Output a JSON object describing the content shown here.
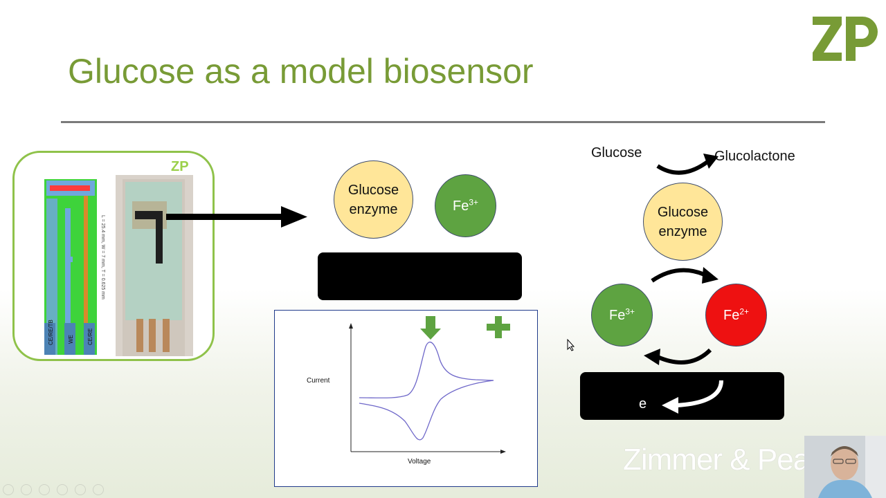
{
  "slide": {
    "title": "Glucose as a model biosensor"
  },
  "left": {
    "logo_text": "ZP",
    "strip_note": "L = 25.4 mm, W = 7 mm, T = 0.625 mm",
    "electrode_labels": [
      "CE/RE/TB",
      "WE",
      "CE/RE"
    ]
  },
  "middle": {
    "enzyme_label_line1": "Glucose",
    "enzyme_label_line2": "enzyme",
    "iron_label": "Fe",
    "iron_charge": "3+",
    "cv_y_label": "Current",
    "cv_x_label": "Voltage"
  },
  "right": {
    "reactant": "Glucose",
    "product": "Glucolactone",
    "enzyme_label_line1": "Glucose",
    "enzyme_label_line2": "enzyme",
    "fe3_label": "Fe",
    "fe3_charge": "3+",
    "fe2_label": "Fe",
    "fe2_charge": "2+",
    "electron_label": "e"
  },
  "brand": {
    "logo_text": "ZP",
    "wordmark": "Zimmer & Peaco"
  },
  "colors": {
    "accent_green": "#789b36",
    "enzyme_yellow": "#ffe699",
    "iron3_green": "#5ea341",
    "iron2_red": "#ee1111"
  }
}
